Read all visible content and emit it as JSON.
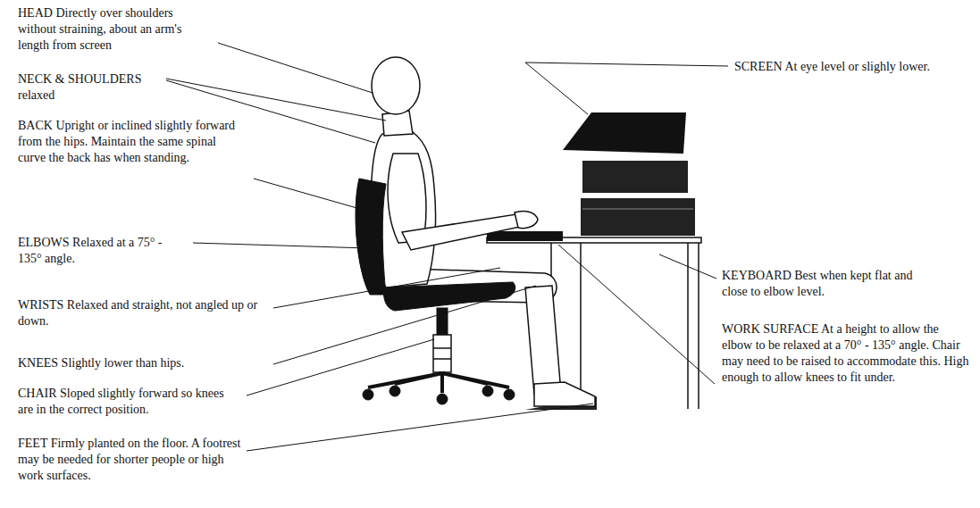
{
  "diagram": {
    "labels": [
      "HEAD Directly over shoulders without straining, about an arm's length from screen",
      "NECK & SHOULDERS relaxed",
      "BACK Upright or inclined slightly forward from the hips. Maintain the same spinal curve the back has when standing.",
      "ELBOWS Relaxed at a 75° - 135° angle.",
      "WRISTS Relaxed and straight, not angled up or down.",
      "KNEES Slightly lower than hips.",
      "CHAIR Sloped slightly forward so knees are in the correct position.",
      "FEET Firmly planted on the floor. A footrest may be needed for shorter people or high work surfaces.",
      "SCREEN At eye level or slighly lower.",
      "KEYBOARD Best when kept flat and close to elbow level.",
      "WORK SURFACE At a height to allow the elbow to be relaxed at a 70° - 135° angle. Chair may need to be raised to accommodate this. High enough to allow knees to fit under."
    ]
  }
}
